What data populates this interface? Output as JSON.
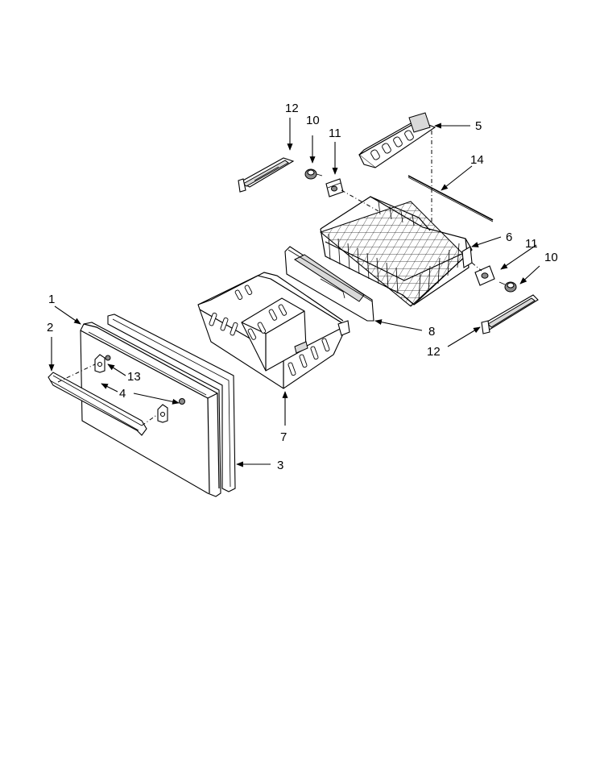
{
  "callouts": [
    {
      "id": "c12a",
      "label": "12"
    },
    {
      "id": "c10a",
      "label": "10"
    },
    {
      "id": "c11a",
      "label": "11"
    },
    {
      "id": "c5",
      "label": "5"
    },
    {
      "id": "c14",
      "label": "14"
    },
    {
      "id": "c6",
      "label": "6"
    },
    {
      "id": "c11b",
      "label": "11"
    },
    {
      "id": "c10b",
      "label": "10"
    },
    {
      "id": "c1",
      "label": "1"
    },
    {
      "id": "c2",
      "label": "2"
    },
    {
      "id": "c13",
      "label": "13"
    },
    {
      "id": "c4",
      "label": "4"
    },
    {
      "id": "c8",
      "label": "8"
    },
    {
      "id": "c12b",
      "label": "12"
    },
    {
      "id": "c7",
      "label": "7"
    },
    {
      "id": "c3",
      "label": "3"
    }
  ]
}
